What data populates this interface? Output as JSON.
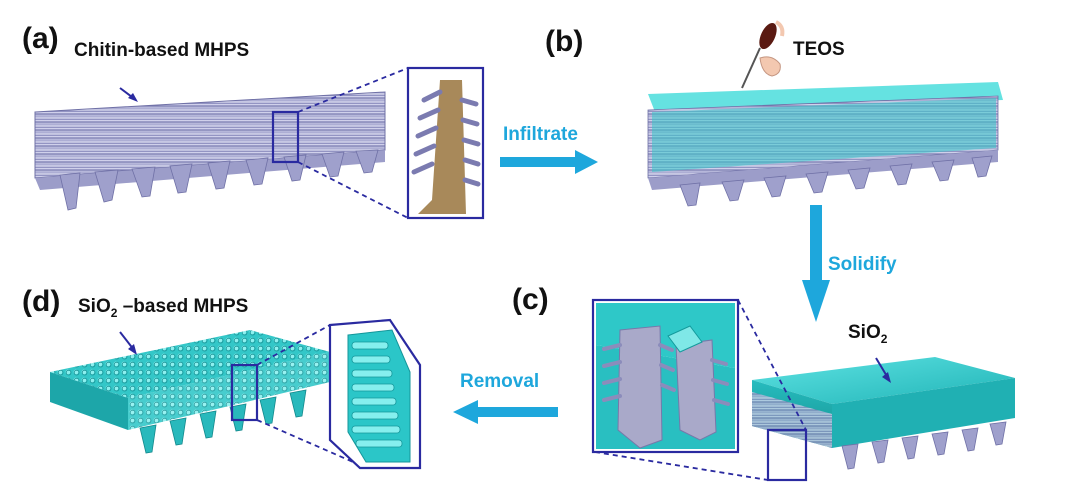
{
  "panels": {
    "a": {
      "label": "(a)",
      "caption": "Chitin-based MHPS"
    },
    "b": {
      "label": "(b)",
      "caption": "TEOS"
    },
    "c": {
      "label": "(c)",
      "caption_main": "SiO",
      "caption_sub": "2"
    },
    "d": {
      "label": "(d)",
      "caption_main": "SiO",
      "caption_sub": "2",
      "caption_rest": " –based MHPS"
    }
  },
  "steps": {
    "infiltrate": "Infiltrate",
    "solidify": "Solidify",
    "removal": "Removal"
  },
  "colors": {
    "chitin": "#b8b9dc",
    "chitin_dark": "#8a8bb8",
    "silica": "#2ec8c8",
    "silica_dark": "#1a9fa3",
    "arrow": "#1ea7dc",
    "zoom_frame": "#2a2aa0",
    "cross_section": "#a8895a"
  },
  "icons": {
    "pipette": "pipette-icon"
  }
}
